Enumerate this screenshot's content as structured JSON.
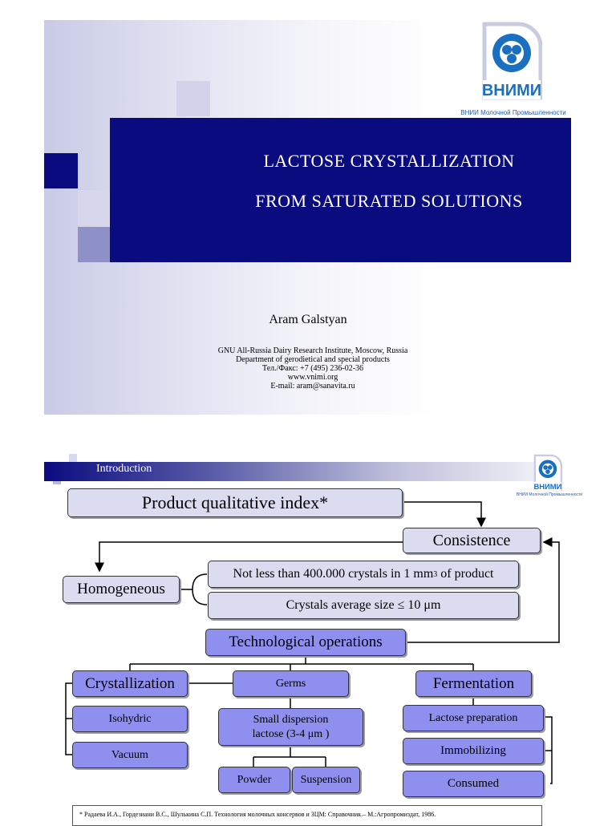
{
  "slide1": {
    "title_line1": "LACTOSE CRYSTALLIZATION",
    "title_line2": "FROM SATURATED SOLUTIONS",
    "author": "Aram Galstyan",
    "info": [
      "GNU All-Russia Dairy Research Institute, Moscow, Russia",
      "Department of gerodietical and special products",
      "Тел./Факс: +7 (495) 236-02-36",
      "www.vnimi.org",
      "E-mail: aram@sanavita.ru"
    ],
    "logo_text": "ВНИМИ",
    "logo_subtext": "ВНИИ Молочной Промышленности"
  },
  "slide2": {
    "header": "Introduction",
    "logo_text": "ВНИМИ",
    "logo_subtext": "ВНИИ Молочной Промышленности",
    "product_index": "Product qualitative index*",
    "consistence": "Consistence",
    "homogeneous": "Homogeneous",
    "crystals_count_main": "Not less than 400.000 crystals in 1 mm",
    "crystals_count_sup": "3",
    "crystals_count_tail": " of product",
    "crystals_size": "Crystals average size ≤ 10 μm",
    "tech_ops": "Technological operations",
    "crystallization": "Crystallization",
    "germs": "Germs",
    "fermentation": "Fermentation",
    "isohydric": "Isohydric",
    "vacuum": "Vacuum",
    "small_dispersion_l1": "Small dispersion",
    "small_dispersion_l2": "lactose (3-4 μm )",
    "powder": "Powder",
    "suspension": "Suspension",
    "lactose_prep": "Lactose preparation",
    "immobilizing": "Immobilizing",
    "consumed": "Consumed",
    "footnote": "*  Радаева И.А., Гордезиани В.С., Шулькина С.П. Технология молочных консервов и ЗЦМ: Справочник.– М.:Агропромиздат, 1986."
  }
}
